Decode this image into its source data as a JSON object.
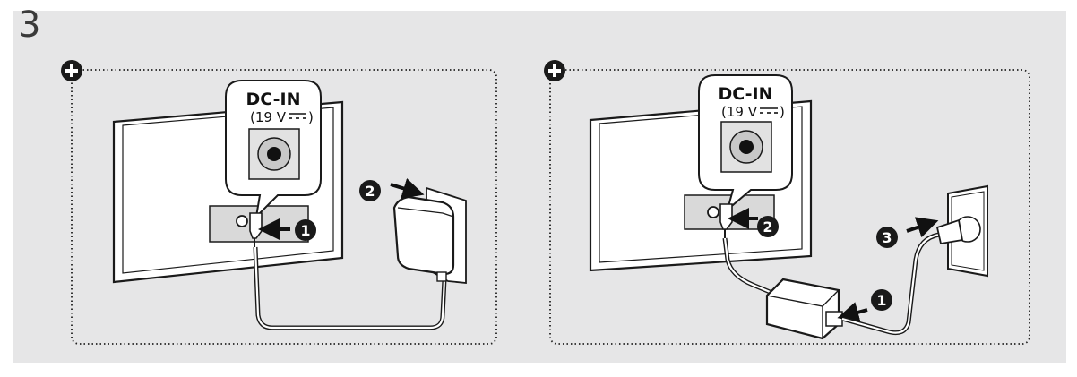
{
  "step_number": "3",
  "colors": {
    "panel_bg": "#e6e6e7",
    "stroke": "#1a1a1a",
    "screen_fill": "#ffffff",
    "port_fill": "#d9d9d9"
  },
  "left_panel": {
    "icon": "plus-circle-icon",
    "port_label": "DC-IN",
    "port_spec": "(19 V",
    "port_spec_close": ")",
    "steps": [
      "1",
      "2"
    ]
  },
  "right_panel": {
    "icon": "plus-circle-icon",
    "port_label": "DC-IN",
    "port_spec": "(19 V",
    "port_spec_close": ")",
    "steps": [
      "1",
      "2",
      "3"
    ]
  }
}
